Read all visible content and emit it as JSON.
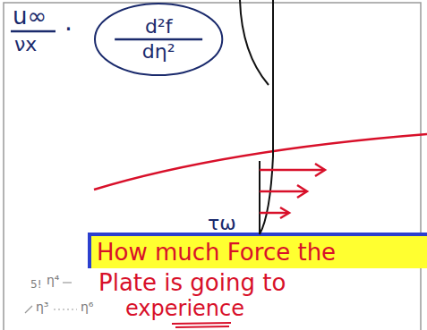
{
  "diagram": {
    "nodes": [
      {
        "text": [
          "d²f",
          "dη²"
        ]
      }
    ],
    "labels": [
      "u∞",
      "νx",
      "·",
      "τω",
      "How much Force the",
      "Plate is going to",
      "experience",
      "5!",
      "η⁴",
      "η³",
      "η⁶"
    ]
  }
}
